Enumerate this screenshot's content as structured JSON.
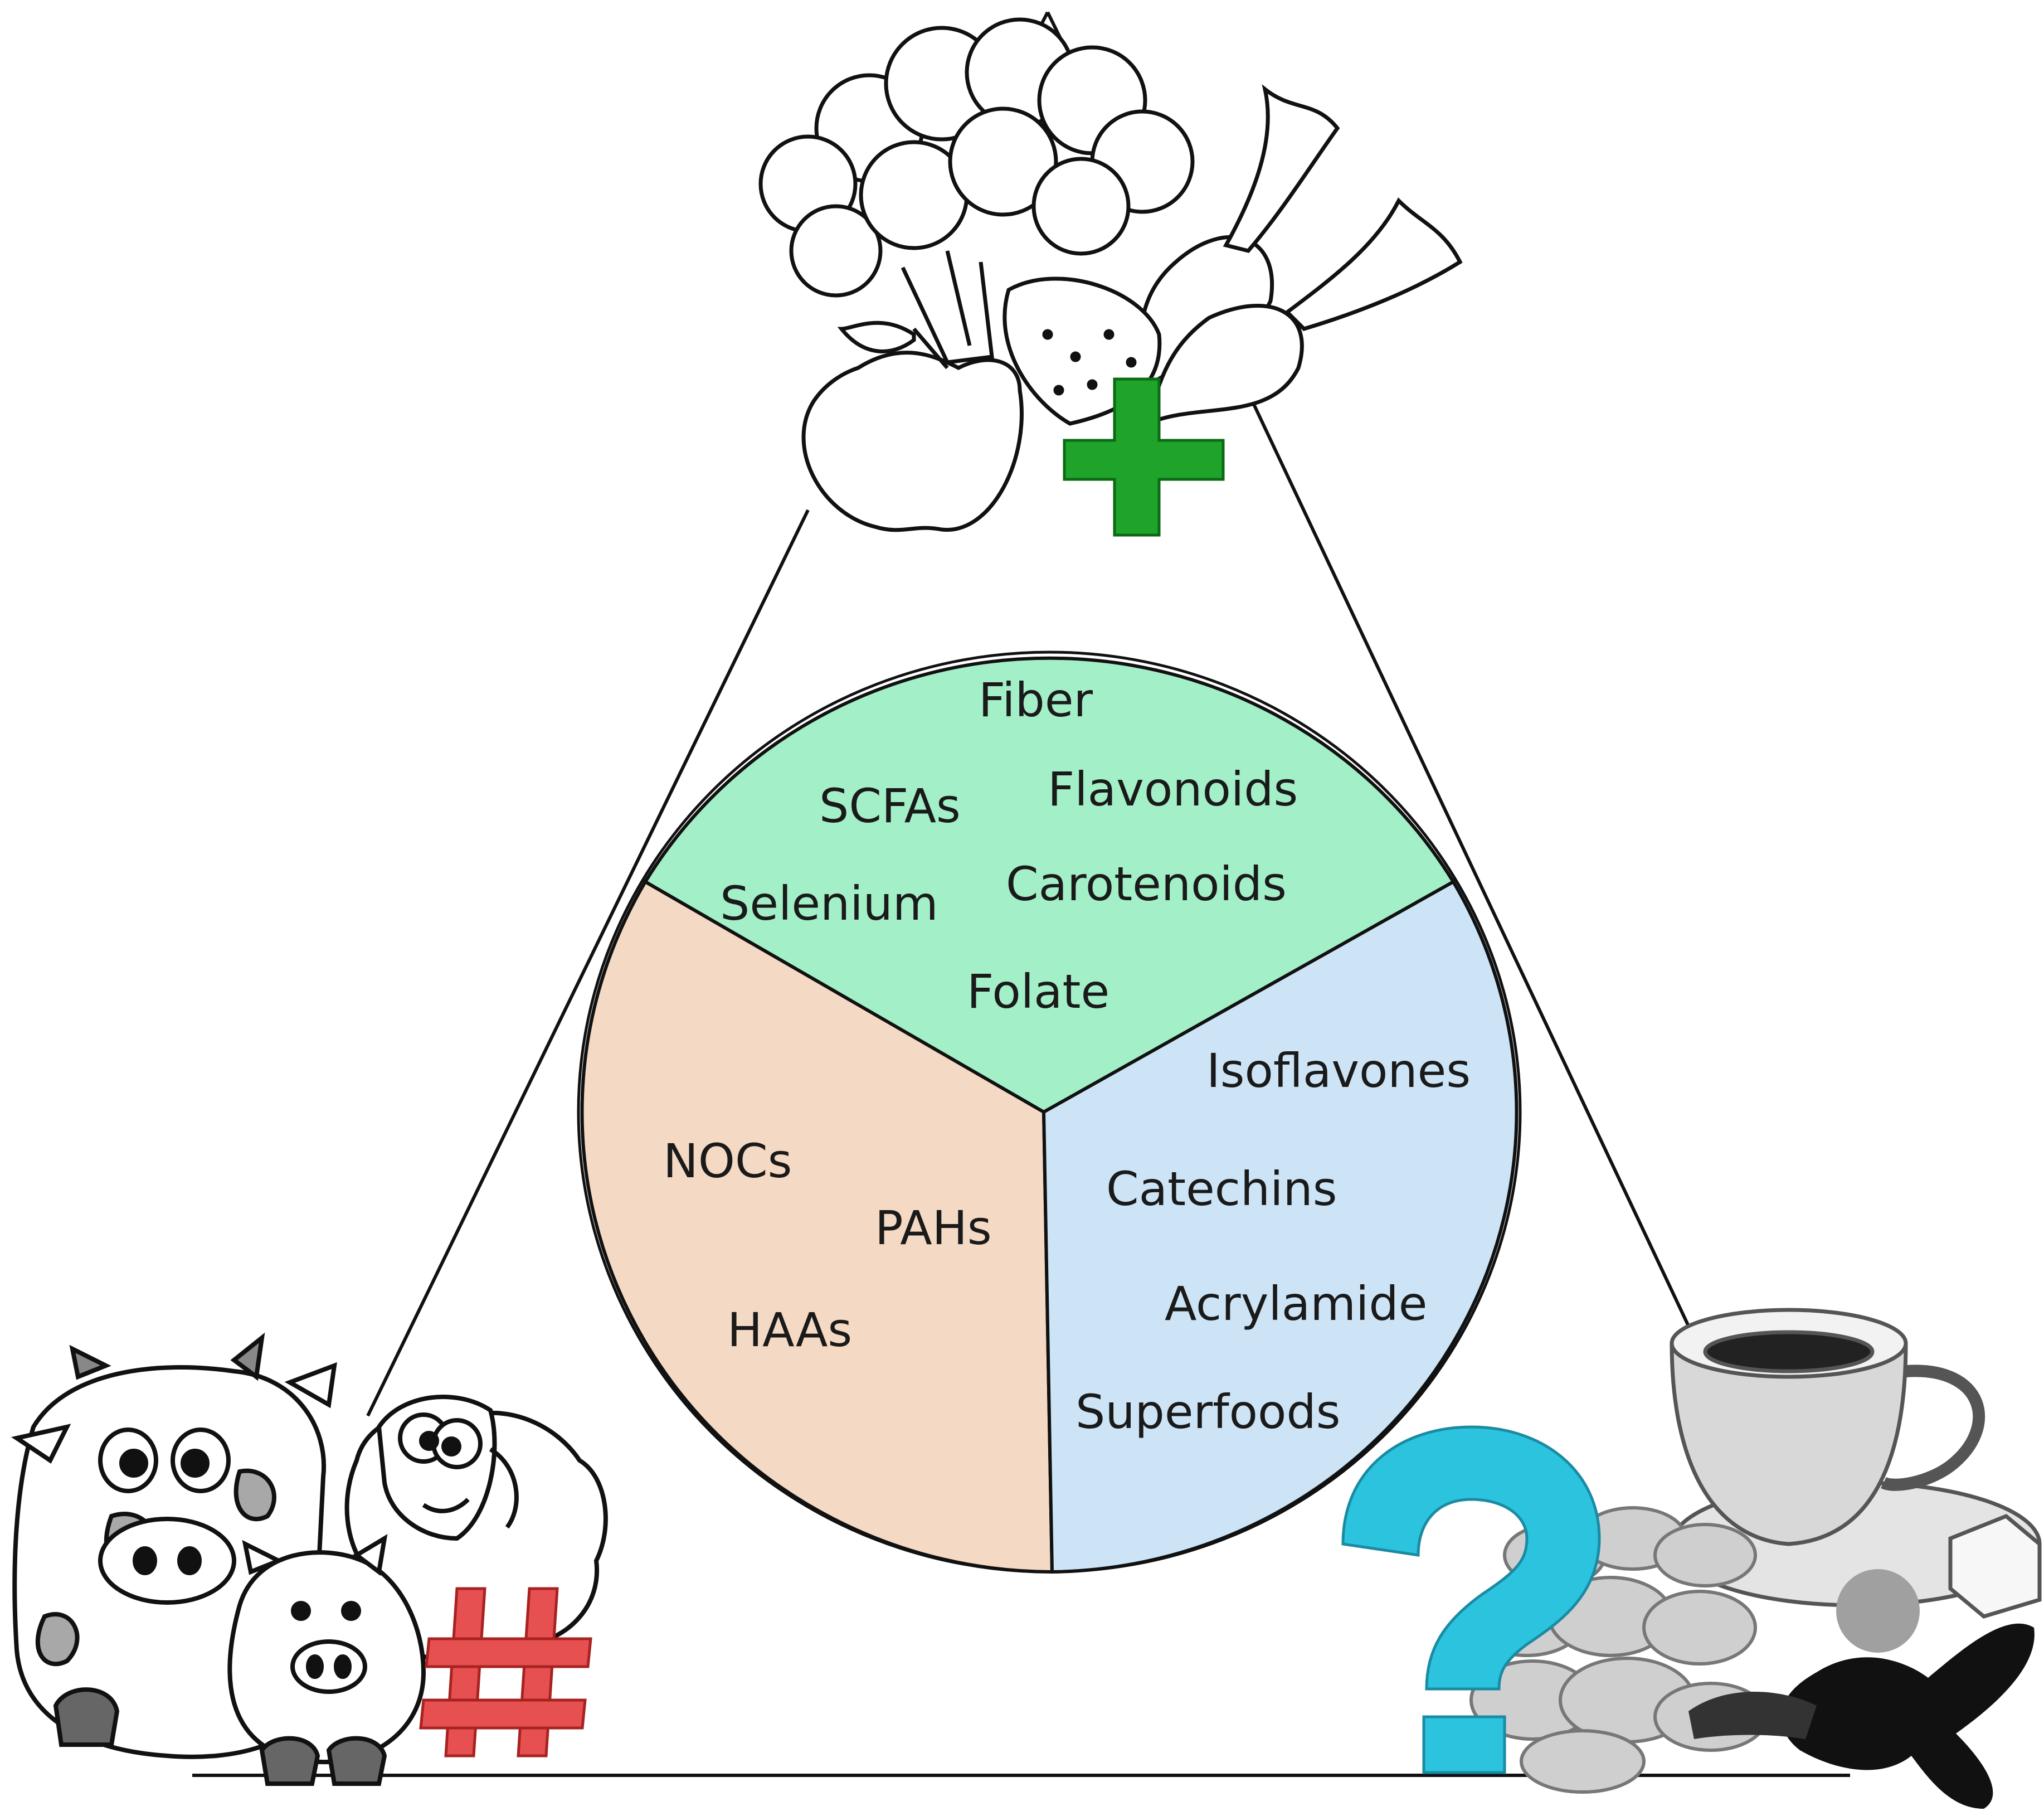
{
  "colors": {
    "healthy_sector": "#a3efc8",
    "harmful_sector": "#f4d9c4",
    "uncertain_sector": "#cce4f6",
    "plus_sign": "#1fa32a",
    "hash_sign": "#e65050",
    "question_mark": "#2cc3de",
    "outline": "#111111"
  },
  "sectors": {
    "healthy": {
      "icon": "vegetables-fruits-icon",
      "marker": "plus-icon",
      "labels": [
        "Fiber",
        "Flavonoids",
        "SCFAs",
        "Carotenoids",
        "Selenium",
        "Folate"
      ]
    },
    "harmful": {
      "icon": "livestock-animals-icon",
      "marker": "hash-icon",
      "labels": [
        "NOCs",
        "PAHs",
        "HAAs"
      ]
    },
    "uncertain": {
      "icon": "coffee-supplements-icon",
      "marker": "question-mark-icon",
      "labels": [
        "Isoflavones",
        "Catechins",
        "Acrylamide",
        "Superfoods"
      ]
    }
  }
}
